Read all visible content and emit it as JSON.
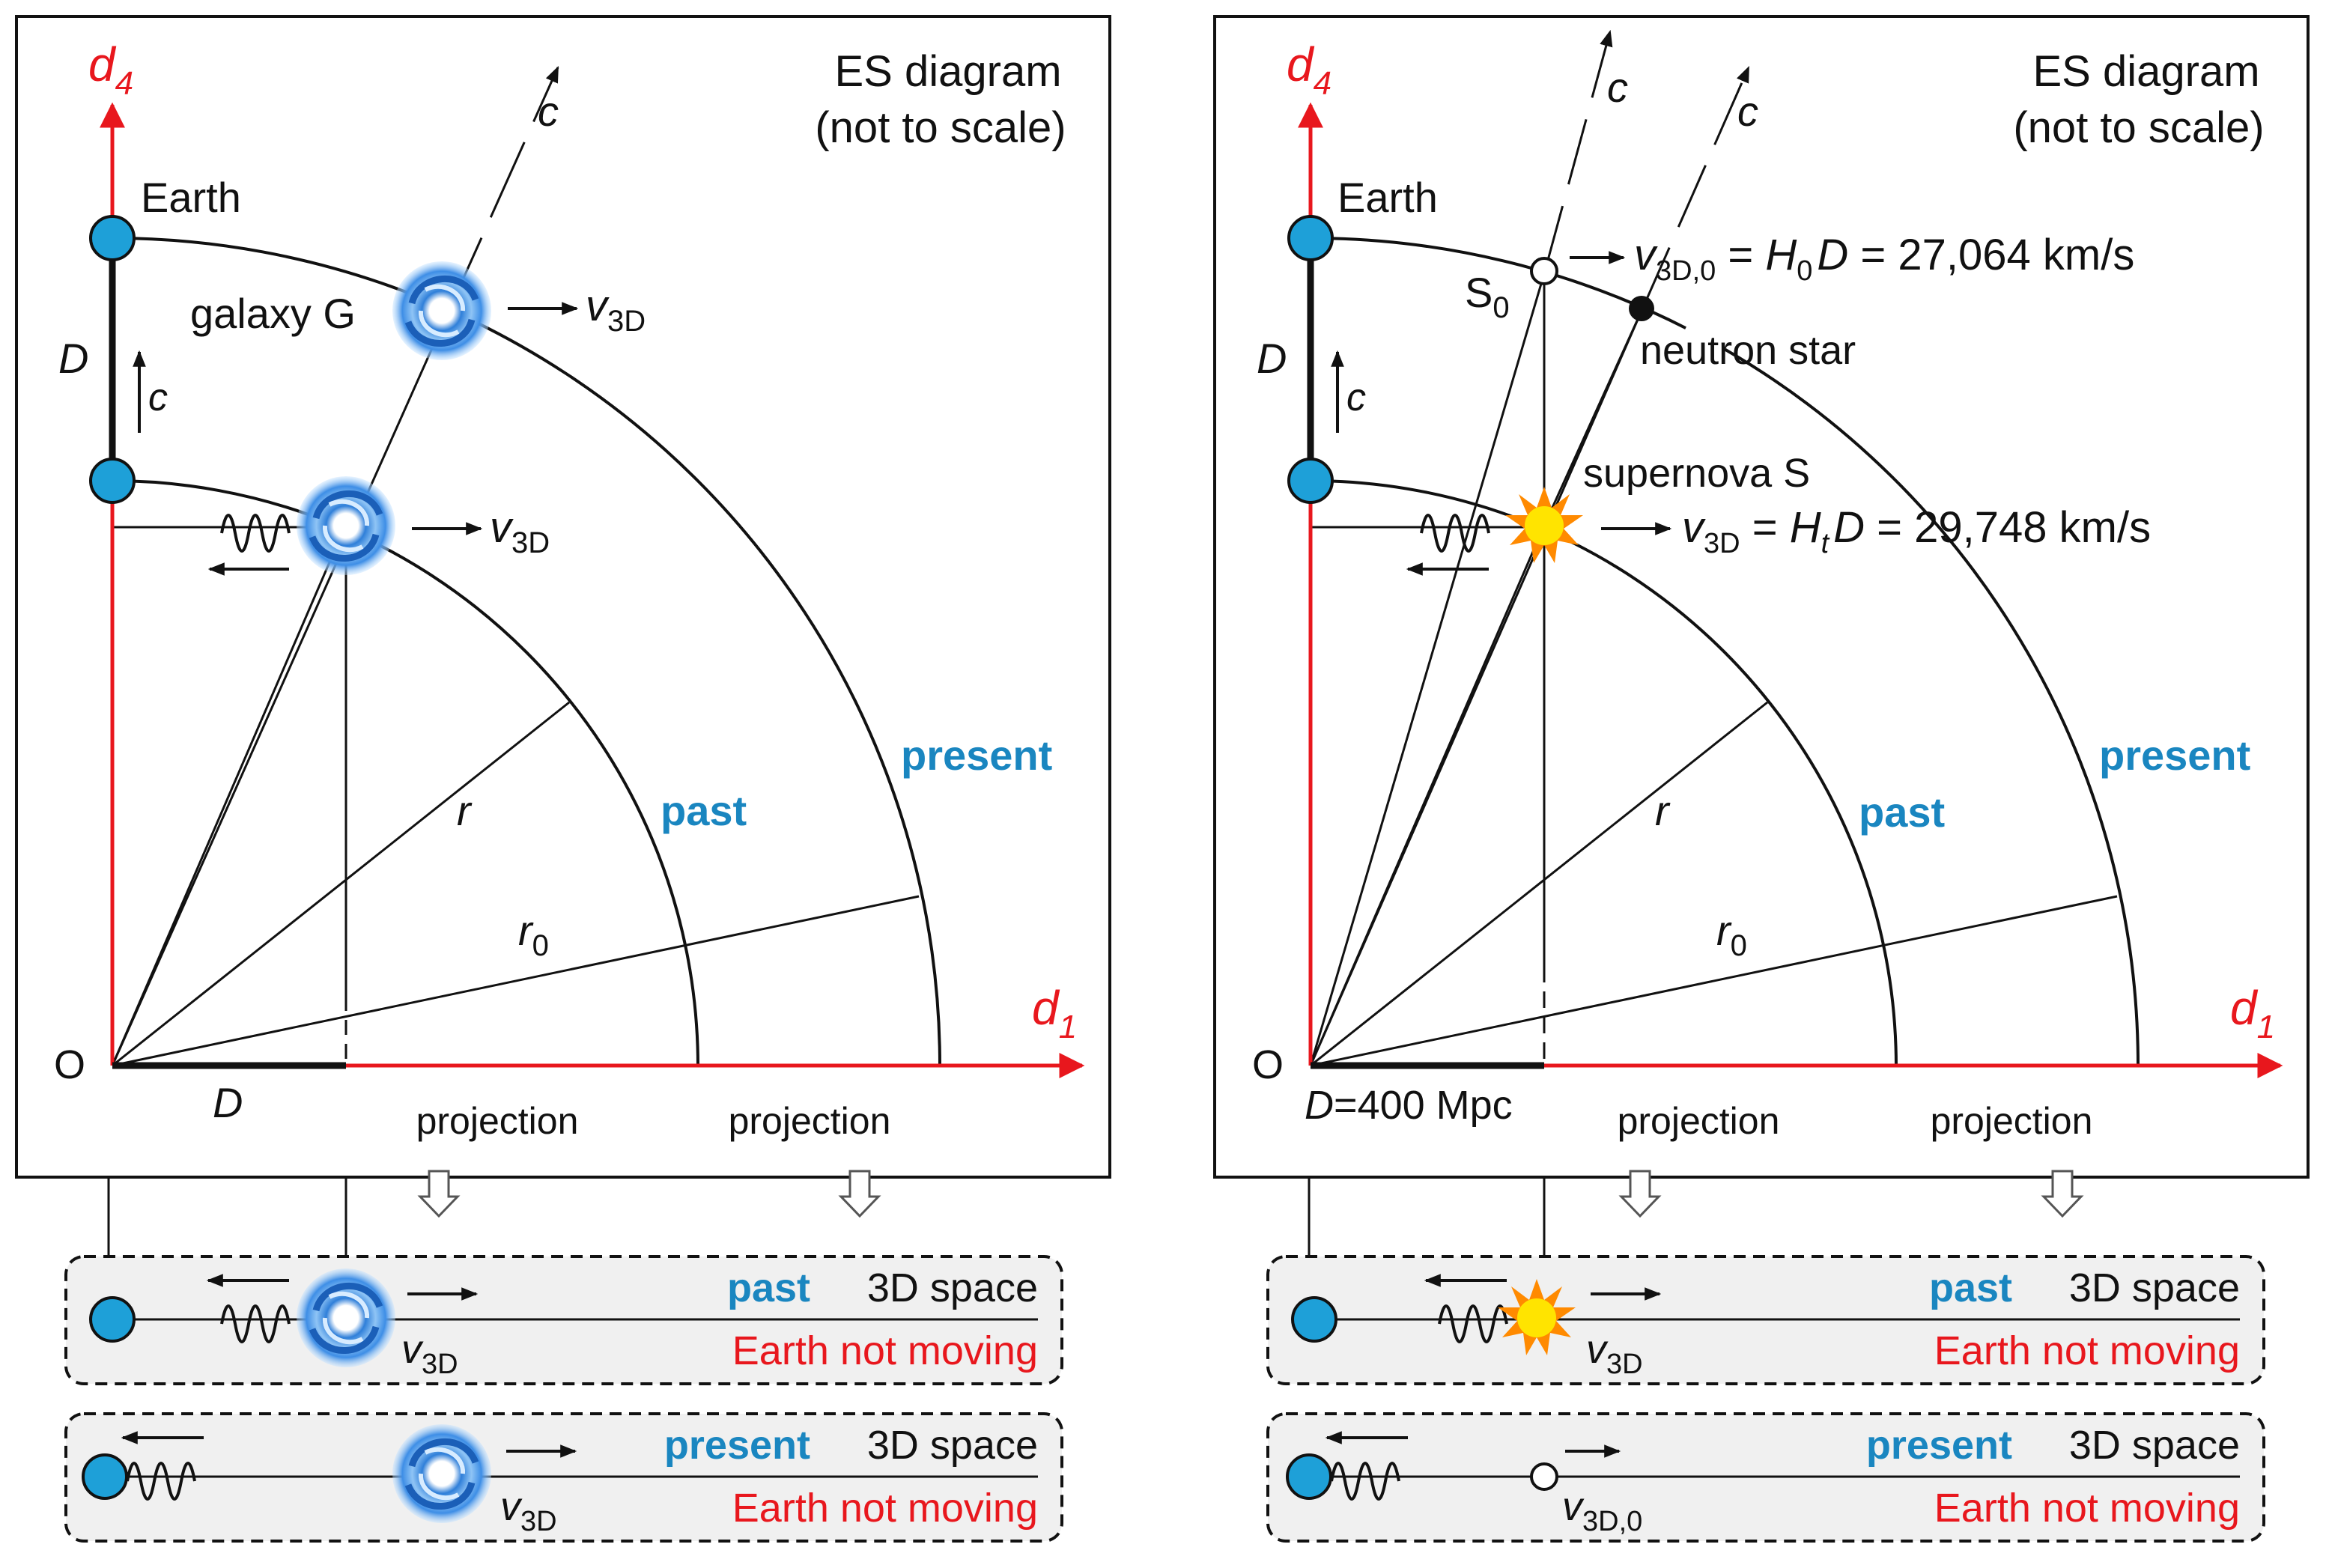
{
  "left": {
    "title_line1": "ES diagram",
    "title_line2": "(not to scale)",
    "axis_d4": "d",
    "axis_d4_sub": "4",
    "axis_d1": "d",
    "axis_d1_sub": "1",
    "origin": "O",
    "earth": "Earth",
    "galaxy": "galaxy G",
    "D_vertical": "D",
    "D_horizontal": "D",
    "c_vertical": "c",
    "c_ray": "c",
    "v": "v",
    "v_sub": "3D",
    "r": "r",
    "r0": "r",
    "r0_sub": "0",
    "past": "past",
    "present": "present",
    "projection_1": "projection",
    "projection_2": "projection",
    "box_past": {
      "era": "past",
      "space": "3D space",
      "earth_state": "Earth not moving",
      "v": "v",
      "v_sub": "3D"
    },
    "box_present": {
      "era": "present",
      "space": "3D space",
      "earth_state": "Earth not moving",
      "v": "v",
      "v_sub": "3D"
    }
  },
  "right": {
    "title_line1": "ES diagram",
    "title_line2": "(not to scale)",
    "axis_d4": "d",
    "axis_d4_sub": "4",
    "axis_d1": "d",
    "axis_d1_sub": "1",
    "origin": "O",
    "earth": "Earth",
    "S0": "S",
    "S0_sub": "0",
    "neutron_star": "neutron star",
    "supernova": "supernova S",
    "D_vertical": "D",
    "c_vertical": "c",
    "c_ray_1": "c",
    "c_ray_2": "c",
    "eq_top": {
      "v": "v",
      "v_sub": "3D,0",
      "eq": " = ",
      "H": "H",
      "H_sub": "0",
      "D": "D",
      "value": " = 27,064 km/s"
    },
    "eq_mid": {
      "v": "v",
      "v_sub": "3D",
      "eq": " = ",
      "H": "H",
      "H_sub": "t",
      "D": "D",
      "value": " = 29,748 km/s"
    },
    "r": "r",
    "r0": "r",
    "r0_sub": "0",
    "past": "past",
    "present": "present",
    "D_label": "D",
    "D_value": "=400 Mpc",
    "projection_1": "projection",
    "projection_2": "projection",
    "box_past": {
      "era": "past",
      "space": "3D space",
      "earth_state": "Earth not moving",
      "v": "v",
      "v_sub": "3D"
    },
    "box_present": {
      "era": "present",
      "space": "3D space",
      "earth_state": "Earth not moving",
      "v": "v",
      "v_sub": "3D,0"
    }
  },
  "colors": {
    "axis": "#e8171d",
    "blue_label": "#1a86c0",
    "earth_fill": "#1ea0d8",
    "box_bg": "#f0f0f0",
    "galaxy": "#3f8fe0",
    "supernova": "#ffe400"
  }
}
